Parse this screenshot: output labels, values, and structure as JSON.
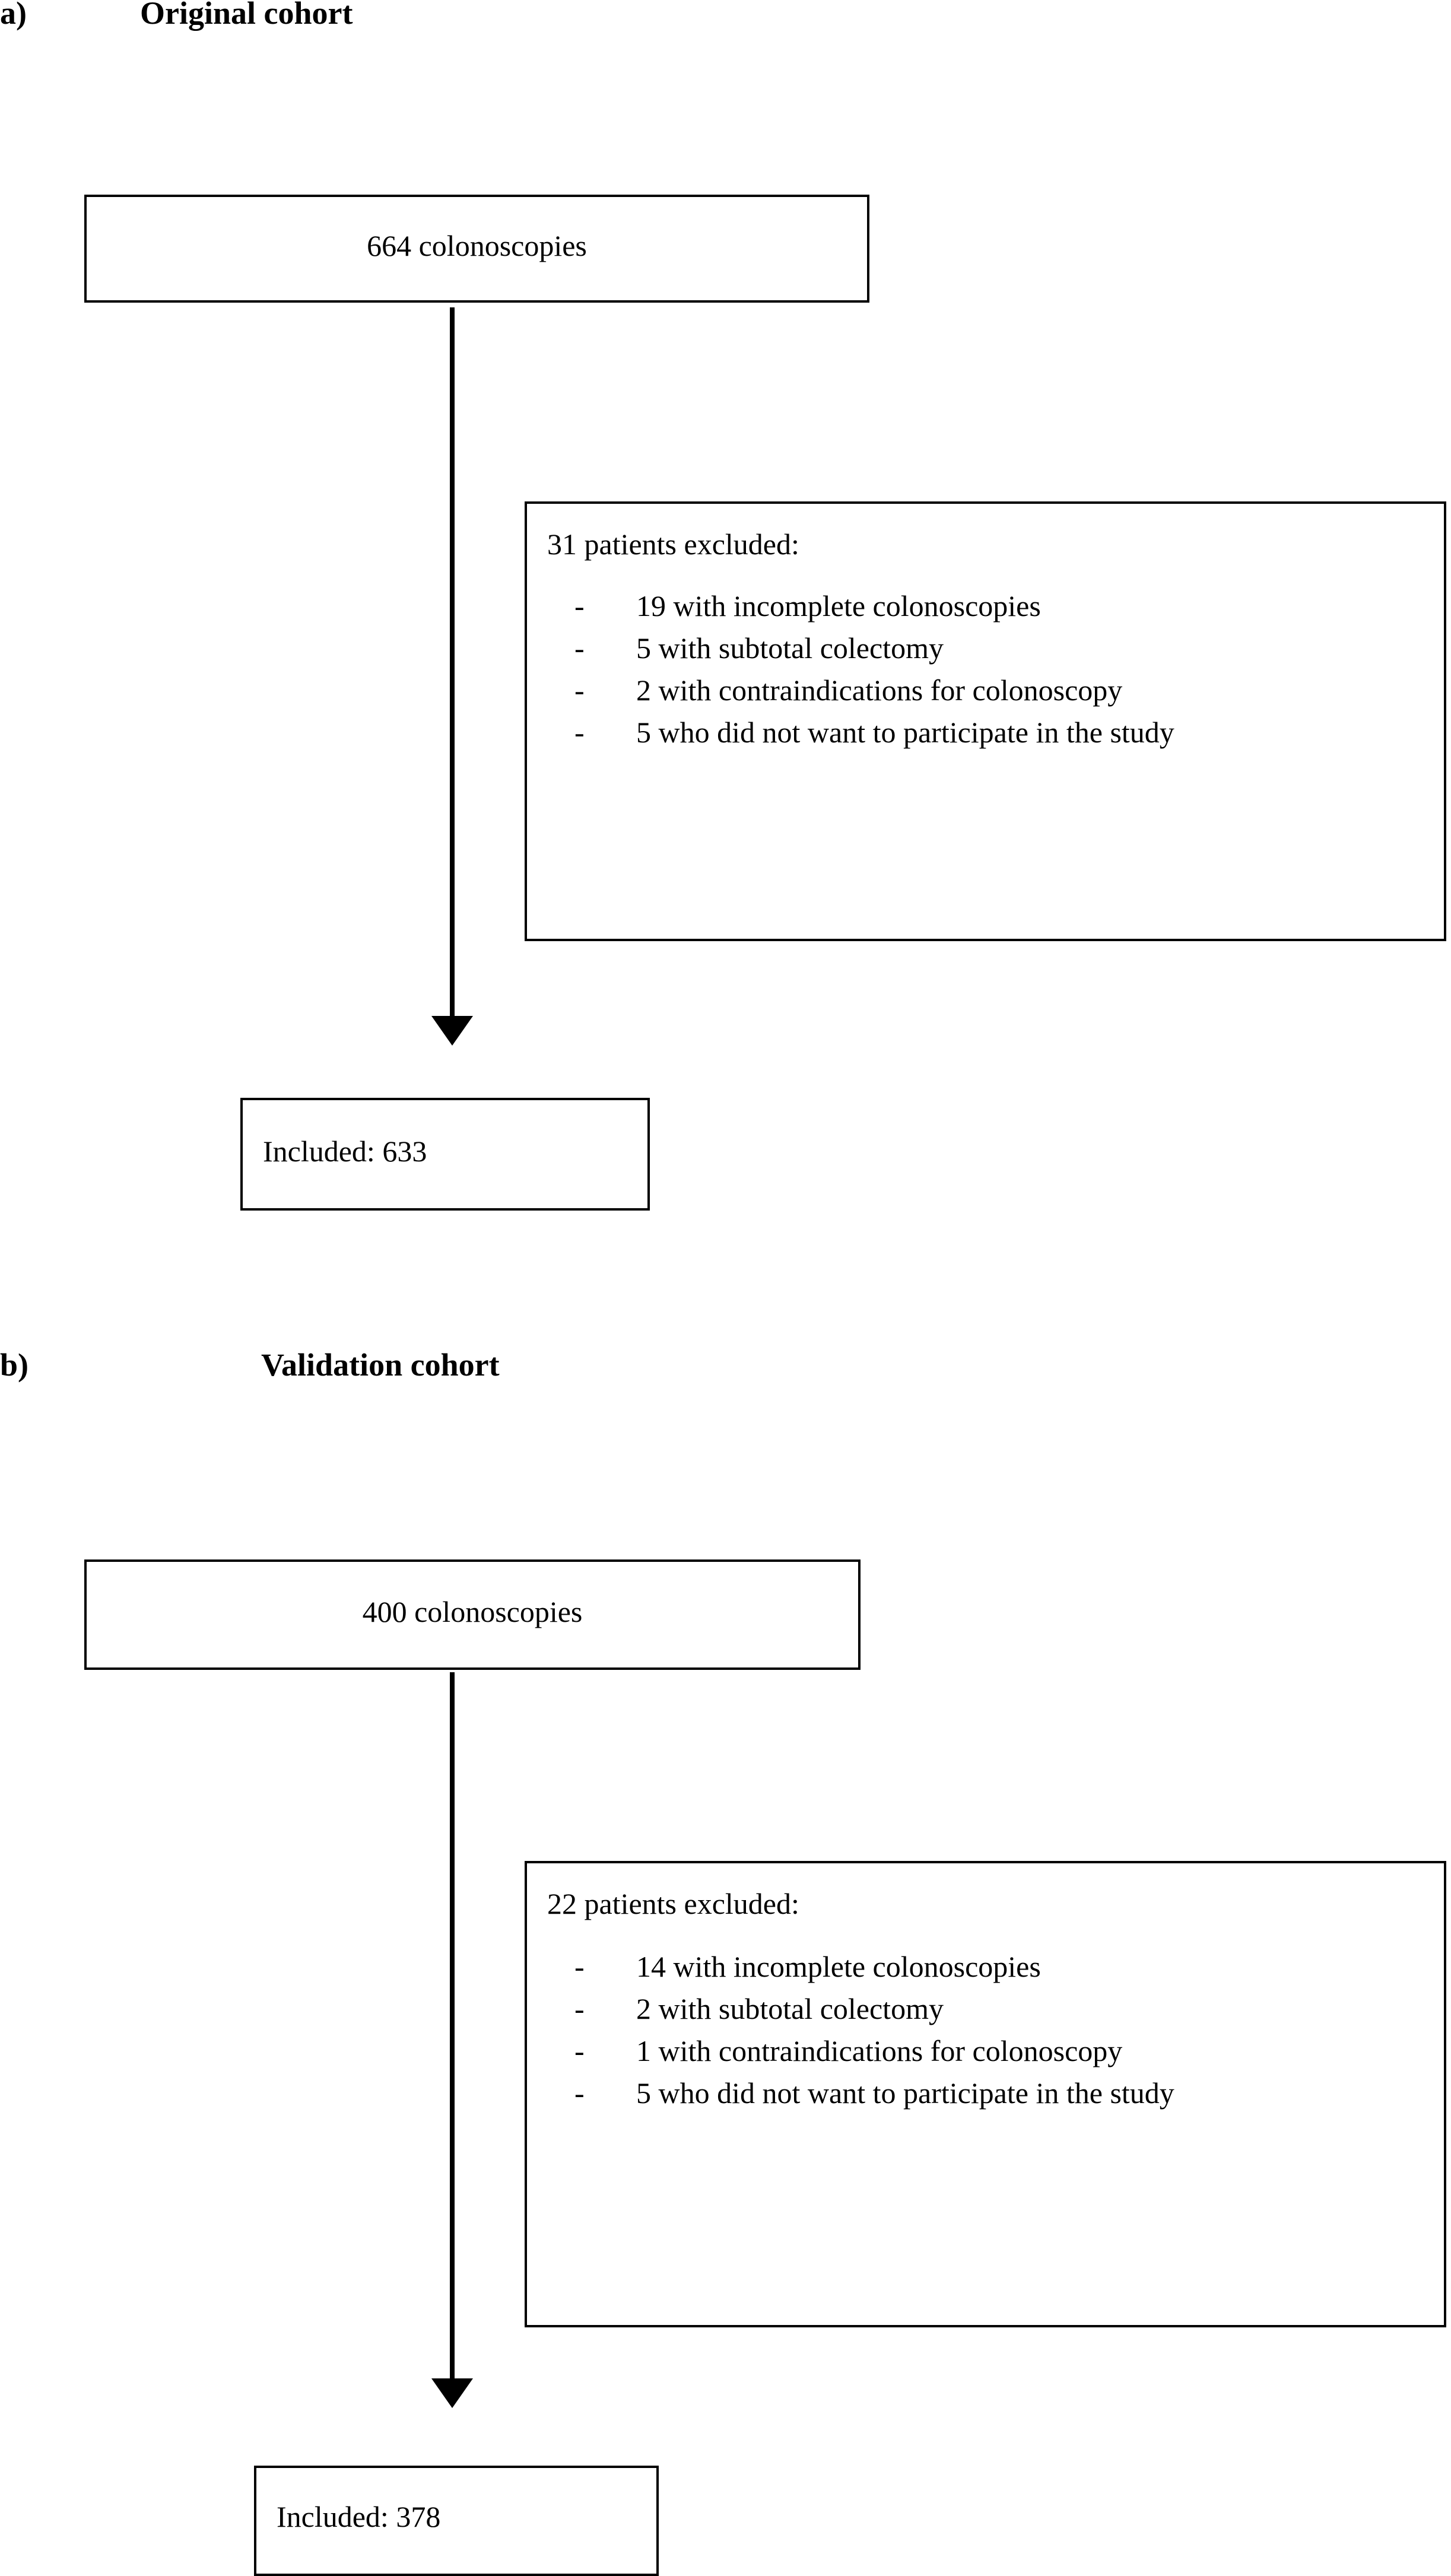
{
  "figure": {
    "type": "study-flow-diagram",
    "panels": [
      {
        "letter": "a)",
        "title": "Original cohort",
        "source_box": {
          "label": "664 colonoscopies"
        },
        "exclusion_box": {
          "title": "31 patients excluded:",
          "bullet": "-",
          "items": [
            "19 with incomplete colonoscopies",
            "5 with subtotal colectomy",
            "2 with contraindications for colonoscopy",
            "5 who did not want to participate in the study"
          ]
        },
        "included_box": {
          "label": "Included: 633"
        }
      },
      {
        "letter": "b)",
        "title": "Validation cohort",
        "source_box": {
          "label": "400 colonoscopies"
        },
        "exclusion_box": {
          "title": "22 patients excluded:",
          "bullet": "-",
          "items": [
            "14 with incomplete colonoscopies",
            "2 with subtotal colectomy",
            "1 with contraindications for colonoscopy",
            "5 who did not want to participate in the study"
          ]
        },
        "included_box": {
          "label": "Included: 378"
        }
      }
    ]
  },
  "colors": {
    "stroke": "#000000",
    "background": "#ffffff",
    "text": "#000000"
  }
}
